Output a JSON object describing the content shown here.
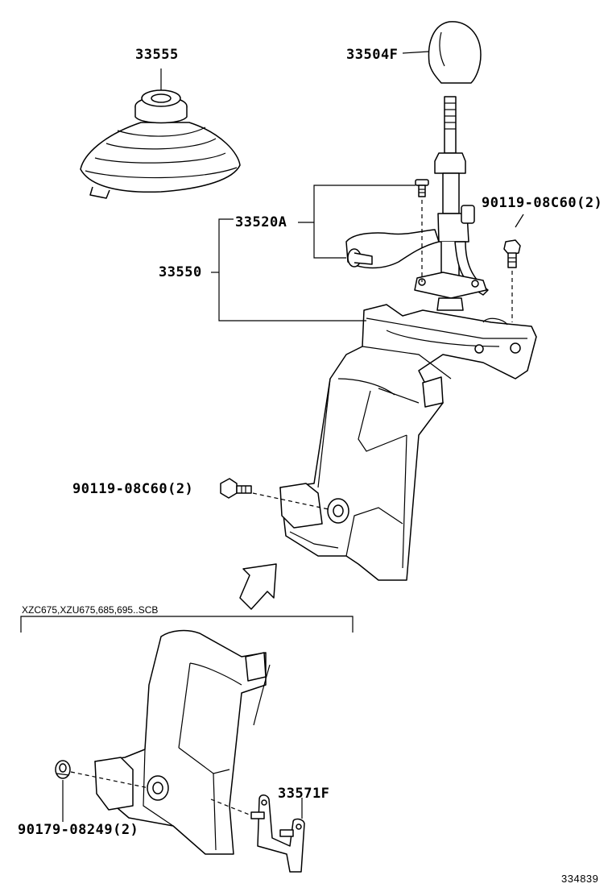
{
  "diagram": {
    "parts": {
      "boot": "33555",
      "knob": "33504F",
      "lever": "33520A",
      "assembly": "33550",
      "bolt_upper": "90119-08C60(2)",
      "bolt_left": "90119-08C60(2)",
      "nut": "90179-08249(2)",
      "bracket": "33571F"
    },
    "variant_note": "XZC675,XZU675,685,695..SCB",
    "reference_id": "334839"
  }
}
